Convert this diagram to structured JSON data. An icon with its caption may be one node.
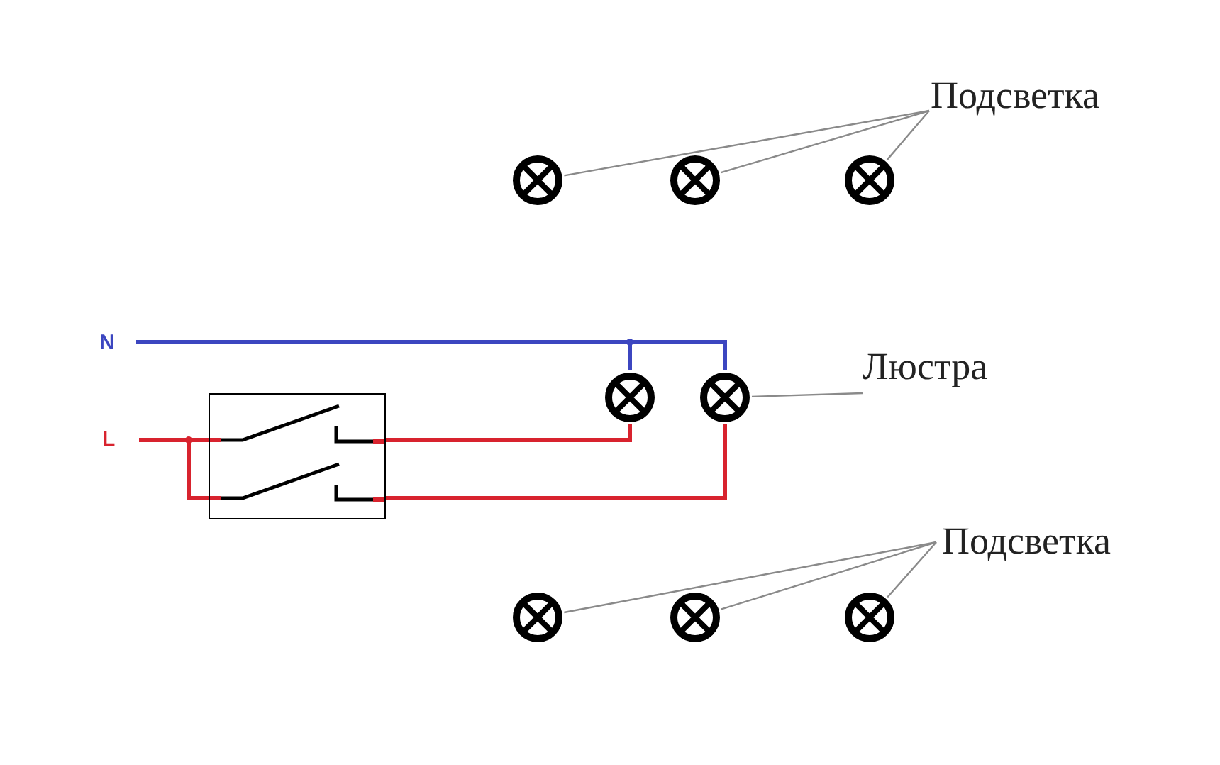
{
  "diagram": {
    "nodes": [
      {
        "text": [
          "Подсветка"
        ]
      },
      {
        "text": [],
        "shape": "circle"
      },
      {
        "text": [],
        "shape": "circle"
      },
      {
        "text": [],
        "shape": "circle"
      },
      {
        "text": [
          "N"
        ]
      },
      {
        "text": [
          "L"
        ]
      },
      {
        "text": [],
        "shape": "box"
      },
      {
        "text": [],
        "shape": "circle"
      },
      {
        "text": [],
        "shape": "circle"
      },
      {
        "text": [
          "Люстра"
        ]
      },
      {
        "text": [
          "Подсветка"
        ]
      },
      {
        "text": [],
        "shape": "circle"
      },
      {
        "text": [],
        "shape": "circle"
      },
      {
        "text": [],
        "shape": "circle"
      }
    ],
    "edges": [
      {
        "from": 0,
        "to": 1,
        "arrow": "none"
      },
      {
        "from": 0,
        "to": 2,
        "arrow": "none"
      },
      {
        "from": 0,
        "to": 3,
        "arrow": "none"
      },
      {
        "from": 4,
        "to": 7,
        "arrow": "none",
        "style": "thick",
        "color": "#3c46c0"
      },
      {
        "from": 4,
        "to": 8,
        "arrow": "none",
        "style": "thick",
        "color": "#3c46c0"
      },
      {
        "from": 5,
        "to": 6,
        "arrow": "none",
        "style": "thick",
        "color": "#d8232e"
      },
      {
        "from": 6,
        "to": 7,
        "arrow": "none",
        "style": "thick",
        "color": "#d8232e"
      },
      {
        "from": 6,
        "to": 8,
        "arrow": "none",
        "style": "thick",
        "color": "#d8232e"
      },
      {
        "from": 9,
        "to": 8,
        "arrow": "none"
      },
      {
        "from": 10,
        "to": 11,
        "arrow": "none"
      },
      {
        "from": 10,
        "to": 12,
        "arrow": "none"
      },
      {
        "from": 10,
        "to": 13,
        "arrow": "none"
      }
    ]
  }
}
